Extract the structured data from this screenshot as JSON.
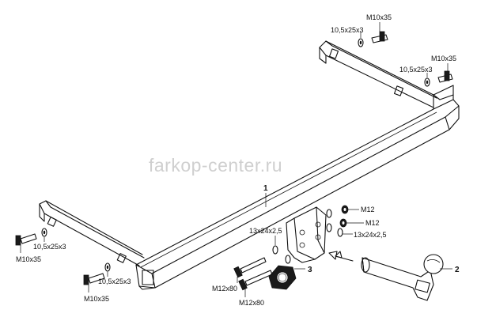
{
  "watermark": "farkop-center.ru",
  "part_numbers": {
    "main_bar": "1",
    "tow_ball": "2",
    "socket_plate": "3"
  },
  "hardware_labels": {
    "bolt_top_left": "M10x35",
    "washer_top_left": "10,5x25x3",
    "bolt_top_right": "M10x35",
    "washer_top_right": "10,5x25x3",
    "bolt_left_upper": "M10x35",
    "washer_left_upper": "10,5x25x3",
    "washer_left_lower": "10,5x25x3",
    "bolt_left_lower": "M10x35",
    "nut_upper": "M12",
    "nut_lower": "M12",
    "washer_right": "13x24x2,5",
    "washer_center": "13x24x2,5",
    "bolt_center_upper": "M12x80",
    "bolt_center_lower": "M12x80"
  }
}
